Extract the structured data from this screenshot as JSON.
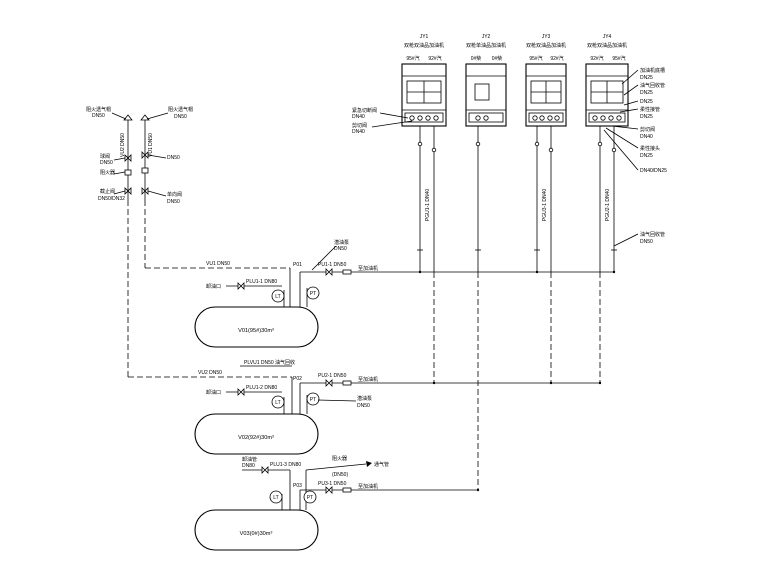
{
  "diagram": {
    "dispensers": [
      {
        "id": "JY1",
        "name": "双枪双油品加油机",
        "guns": [
          "95#汽",
          "92#汽"
        ]
      },
      {
        "id": "JY2",
        "name": "双枪单油品加油机",
        "guns": [
          "0#柴",
          "0#柴"
        ]
      },
      {
        "id": "JY3",
        "name": "双枪双油品加油机",
        "guns": [
          "95#汽",
          "92#汽"
        ]
      },
      {
        "id": "JY4",
        "name": "双枪双油品加油机",
        "guns": [
          "92#汽",
          "95#汽"
        ]
      }
    ],
    "dispenser_pipes": [
      "PGU1-1 DN40",
      "PGU3-1 DN40",
      "PGU2-1 DN40"
    ],
    "left_callouts": [
      "紧急切断阀",
      "DN40",
      "剪切阀",
      "DN40"
    ],
    "right_callouts": [
      "加油机底槽",
      "DN25",
      "油气回收管",
      "DN25",
      "DN25",
      "柔性接管",
      "DN25",
      "剪切阀",
      "DN40",
      "柔性接头",
      "DN25",
      "DN40/DN25",
      "油气回收管",
      "DN50"
    ],
    "vents": {
      "cap_left": "阻火透气帽",
      "cap_left_size": "DN50",
      "cap_right": "阻火透气帽",
      "cap_right_size": "DN50",
      "valve_left": "球阀",
      "valve_left_size": "DN50",
      "arrestor_left": "阻火器",
      "stop_left": "截止阀",
      "stop_left_size": "DN50/DN32",
      "right_size": "DN50",
      "check_right": "单向阀",
      "check_right_size": "DN50",
      "riser_left": "VU2 DN50",
      "riser_right": "VU1 DN50"
    },
    "tanks": [
      {
        "label": "V01(95#)30m³",
        "pump": "P01",
        "header": "PU1-1 DN50",
        "to": "至加油机",
        "unload": "PLU1-1 DN80",
        "unload_port": "卸油口",
        "vent": "VU1 DN50",
        "gauges": [
          "LT",
          "PT"
        ],
        "pump_note": "潜油泵",
        "pump_note_size": "DN50"
      },
      {
        "label": "V02(92#)30m³",
        "pump": "P02",
        "header": "PU2-1 DN50",
        "to": "至加油机",
        "unload": "PLU1-2 DN80",
        "unload_port": "卸油口",
        "vent": "VU2 DN50",
        "gauges": [
          "LT",
          "PT"
        ],
        "vapor": "PLVU1 DN50 油气回收",
        "pump_note": "潜油泵",
        "pump_note_size": "DN50"
      },
      {
        "label": "V03(0#)30m³",
        "pump": "P03",
        "header": "PU3-1 DN50",
        "to": "至加油机",
        "unload": "PLU1-3 DN80",
        "gauges": [
          "LT",
          "PT"
        ],
        "unload_pipe": "卸油管",
        "unload_size": "DN80",
        "arrestor": "阻火器",
        "arrestor_size": "(DN50)",
        "vent_pipe": "通气管"
      }
    ]
  }
}
